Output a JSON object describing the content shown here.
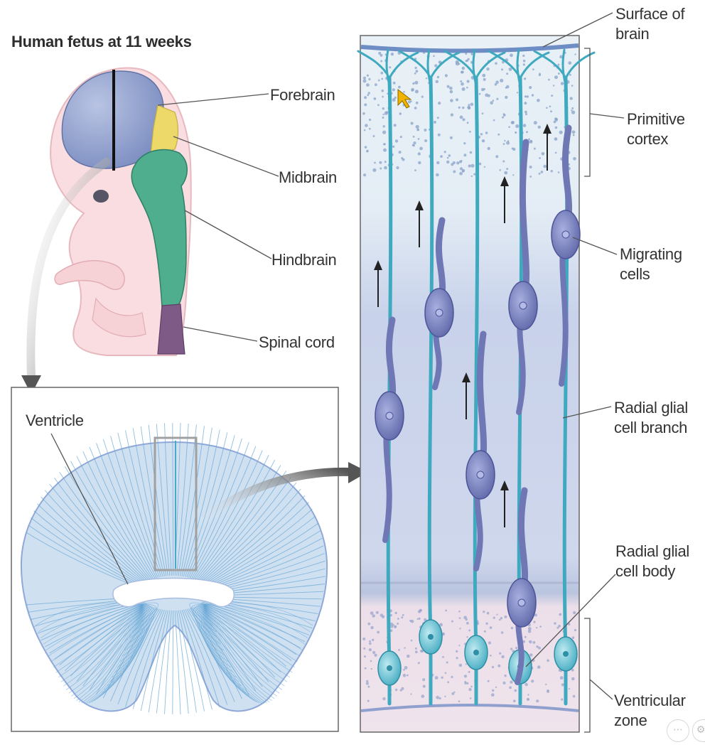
{
  "title": "Human fetus at 11 weeks",
  "fetus_labels": {
    "forebrain": "Forebrain",
    "midbrain": "Midbrain",
    "hindbrain": "Hindbrain",
    "spinal_cord": "Spinal cord"
  },
  "section_labels": {
    "ventricle": "Ventricle"
  },
  "detail_labels": {
    "surface_of_brain": [
      "Surface of",
      "brain"
    ],
    "primitive_cortex": [
      "Primitive",
      "cortex"
    ],
    "migrating_cells": [
      "Migrating",
      "cells"
    ],
    "radial_glial_branch": [
      "Radial glial",
      "cell branch"
    ],
    "radial_glial_body": [
      "Radial glial",
      "cell body"
    ],
    "ventricular_zone": [
      "Ventricular",
      "zone"
    ]
  },
  "colors": {
    "forebrain": "#8a9cc9",
    "midbrain": "#ecd96a",
    "hindbrain": "#4fae8e",
    "spinal_cord": "#7e5a86",
    "fetus_skin": "#f9dde0",
    "glia": "#3fa9bf",
    "migrating_cell": "#6f78b4"
  },
  "viewer_controls": {
    "more_icon": "⋯",
    "settings_icon": "⚙"
  }
}
